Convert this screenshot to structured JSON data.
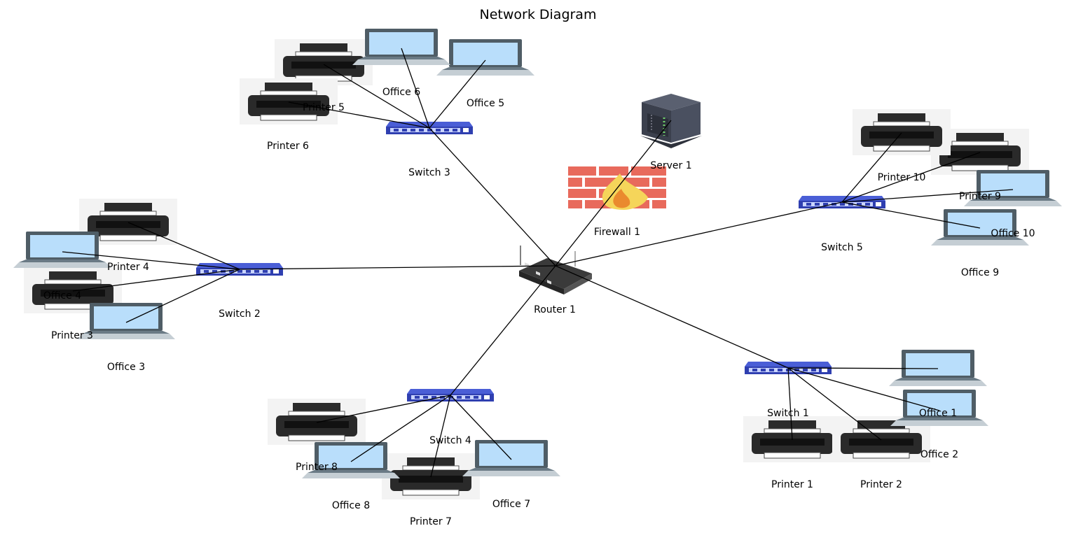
{
  "diagram": {
    "title": "Network Diagram",
    "nodes": [
      {
        "id": "router1",
        "label": "Router 1",
        "kind": "router-icon"
      },
      {
        "id": "firewall1",
        "label": "Firewall 1",
        "kind": "firewall-icon"
      },
      {
        "id": "server1",
        "label": "Server 1",
        "kind": "server-icon"
      },
      {
        "id": "switch1",
        "label": "Switch 1",
        "kind": "switch-icon"
      },
      {
        "id": "switch2",
        "label": "Switch 2",
        "kind": "switch-icon"
      },
      {
        "id": "switch3",
        "label": "Switch 3",
        "kind": "switch-icon"
      },
      {
        "id": "switch4",
        "label": "Switch 4",
        "kind": "switch-icon"
      },
      {
        "id": "switch5",
        "label": "Switch 5",
        "kind": "switch-icon"
      },
      {
        "id": "printer1",
        "label": "Printer 1",
        "kind": "printer-icon"
      },
      {
        "id": "printer2",
        "label": "Printer 2",
        "kind": "printer-icon"
      },
      {
        "id": "office1",
        "label": "Office 1",
        "kind": "laptop-icon"
      },
      {
        "id": "office2",
        "label": "Office 2",
        "kind": "laptop-icon"
      },
      {
        "id": "printer3",
        "label": "Printer 3",
        "kind": "printer-icon"
      },
      {
        "id": "printer4",
        "label": "Printer 4",
        "kind": "printer-icon"
      },
      {
        "id": "office3",
        "label": "Office 3",
        "kind": "laptop-icon"
      },
      {
        "id": "office4",
        "label": "Office 4",
        "kind": "laptop-icon"
      },
      {
        "id": "printer5",
        "label": "Printer 5",
        "kind": "printer-icon"
      },
      {
        "id": "printer6",
        "label": "Printer 6",
        "kind": "printer-icon"
      },
      {
        "id": "office5",
        "label": "Office 5",
        "kind": "laptop-icon"
      },
      {
        "id": "office6",
        "label": "Office 6",
        "kind": "laptop-icon"
      },
      {
        "id": "printer7",
        "label": "Printer 7",
        "kind": "printer-icon"
      },
      {
        "id": "printer8",
        "label": "Printer 8",
        "kind": "printer-icon"
      },
      {
        "id": "office7",
        "label": "Office 7",
        "kind": "laptop-icon"
      },
      {
        "id": "office8",
        "label": "Office 8",
        "kind": "laptop-icon"
      },
      {
        "id": "printer9",
        "label": "Printer 9",
        "kind": "printer-icon"
      },
      {
        "id": "printer10",
        "label": "Printer 10",
        "kind": "printer-icon"
      },
      {
        "id": "office9",
        "label": "Office 9",
        "kind": "laptop-icon"
      },
      {
        "id": "office10",
        "label": "Office 10",
        "kind": "laptop-icon"
      }
    ],
    "edges": [
      [
        "router1",
        "server1"
      ],
      [
        "router1",
        "switch1"
      ],
      [
        "router1",
        "switch2"
      ],
      [
        "router1",
        "switch3"
      ],
      [
        "router1",
        "switch4"
      ],
      [
        "router1",
        "switch5"
      ],
      [
        "switch1",
        "printer1"
      ],
      [
        "switch1",
        "printer2"
      ],
      [
        "switch1",
        "office1"
      ],
      [
        "switch1",
        "office2"
      ],
      [
        "switch2",
        "printer3"
      ],
      [
        "switch2",
        "printer4"
      ],
      [
        "switch2",
        "office3"
      ],
      [
        "switch2",
        "office4"
      ],
      [
        "switch3",
        "printer5"
      ],
      [
        "switch3",
        "printer6"
      ],
      [
        "switch3",
        "office5"
      ],
      [
        "switch3",
        "office6"
      ],
      [
        "switch4",
        "printer7"
      ],
      [
        "switch4",
        "printer8"
      ],
      [
        "switch4",
        "office7"
      ],
      [
        "switch4",
        "office8"
      ],
      [
        "switch5",
        "printer9"
      ],
      [
        "switch5",
        "printer10"
      ],
      [
        "switch5",
        "office9"
      ],
      [
        "switch5",
        "office10"
      ]
    ]
  }
}
